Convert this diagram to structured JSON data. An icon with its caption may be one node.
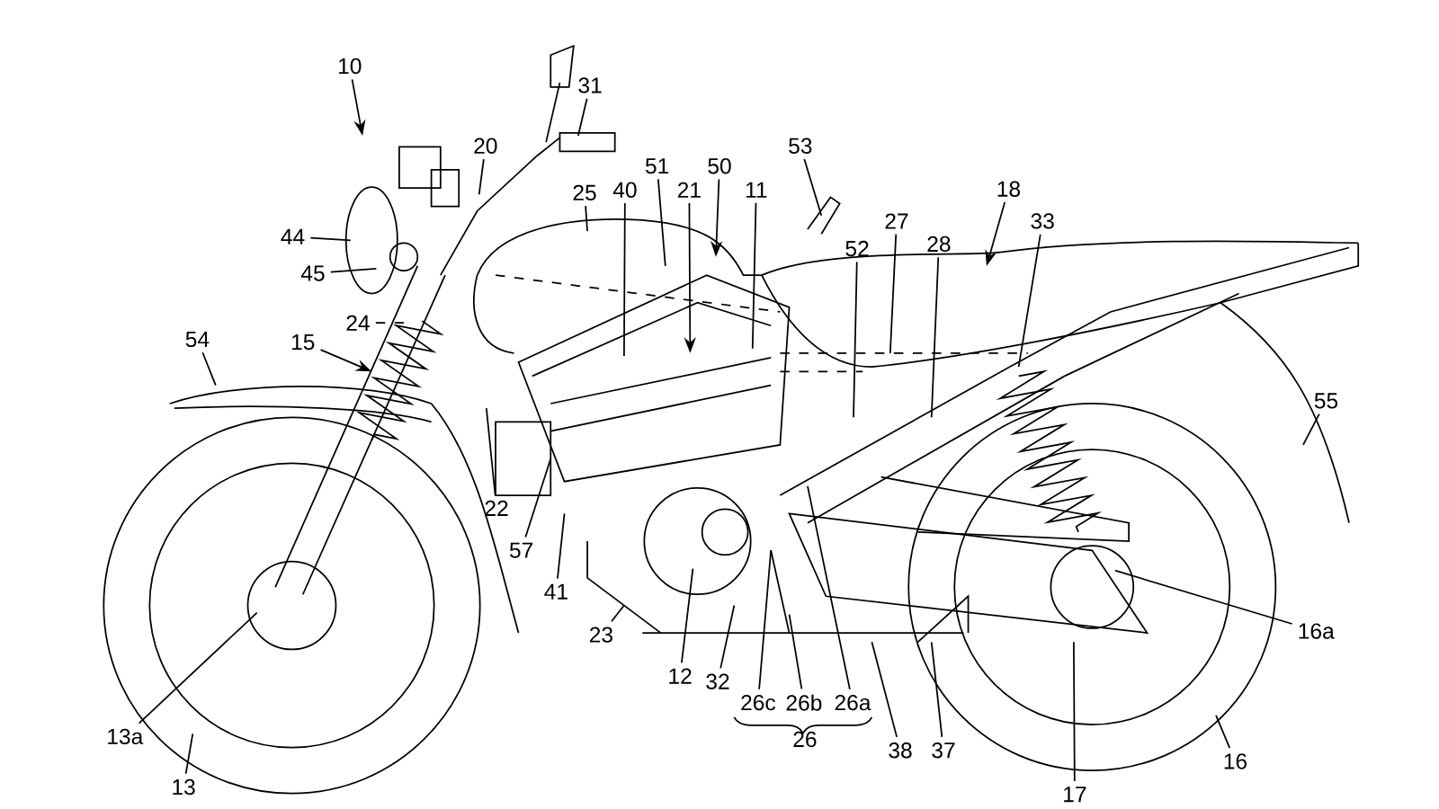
{
  "diagram": {
    "nodes": [
      {
        "text": [
          "10"
        ]
      },
      {
        "text": [
          "31"
        ]
      },
      {
        "text": [
          "20"
        ]
      },
      {
        "text": [
          "51"
        ]
      },
      {
        "text": [
          "50"
        ]
      },
      {
        "text": [
          "53"
        ]
      },
      {
        "text": [
          "25"
        ]
      },
      {
        "text": [
          "40"
        ]
      },
      {
        "text": [
          "21"
        ]
      },
      {
        "text": [
          "11"
        ]
      },
      {
        "text": [
          "18"
        ]
      },
      {
        "text": [
          "27"
        ]
      },
      {
        "text": [
          "28"
        ]
      },
      {
        "text": [
          "33"
        ]
      },
      {
        "text": [
          "52"
        ]
      },
      {
        "text": [
          "44"
        ]
      },
      {
        "text": [
          "45"
        ]
      },
      {
        "text": [
          "24"
        ]
      },
      {
        "text": [
          "54"
        ]
      },
      {
        "text": [
          "15"
        ]
      },
      {
        "text": [
          "55"
        ]
      },
      {
        "text": [
          "22"
        ]
      },
      {
        "text": [
          "57"
        ]
      },
      {
        "text": [
          "41"
        ]
      },
      {
        "text": [
          "23"
        ]
      },
      {
        "text": [
          "12"
        ]
      },
      {
        "text": [
          "32"
        ]
      },
      {
        "text": [
          "26c"
        ]
      },
      {
        "text": [
          "26b"
        ]
      },
      {
        "text": [
          "26a"
        ]
      },
      {
        "text": [
          "38"
        ]
      },
      {
        "text": [
          "37"
        ]
      },
      {
        "text": [
          "17"
        ]
      },
      {
        "text": [
          "16"
        ]
      },
      {
        "text": [
          "16a"
        ]
      },
      {
        "text": [
          "13a"
        ]
      },
      {
        "text": [
          "13"
        ]
      }
    ],
    "edges": [
      {
        "from": 0,
        "to": null,
        "arrow": "to"
      },
      {
        "from": 1,
        "to": null,
        "arrow": "none"
      },
      {
        "from": 2,
        "to": null,
        "arrow": "none"
      },
      {
        "from": 3,
        "to": null,
        "arrow": "none"
      },
      {
        "from": 4,
        "to": null,
        "arrow": "to"
      },
      {
        "from": 5,
        "to": null,
        "arrow": "none"
      },
      {
        "from": 6,
        "to": null,
        "arrow": "none"
      },
      {
        "from": 7,
        "to": null,
        "arrow": "none"
      },
      {
        "from": 8,
        "to": null,
        "arrow": "to"
      },
      {
        "from": 9,
        "to": null,
        "arrow": "none"
      },
      {
        "from": 10,
        "to": null,
        "arrow": "to"
      },
      {
        "from": 11,
        "to": null,
        "arrow": "none"
      },
      {
        "from": 12,
        "to": null,
        "arrow": "none"
      },
      {
        "from": 13,
        "to": null,
        "arrow": "none"
      },
      {
        "from": 14,
        "to": null,
        "arrow": "none"
      },
      {
        "from": 15,
        "to": null,
        "arrow": "none"
      },
      {
        "from": 16,
        "to": null,
        "arrow": "none"
      },
      {
        "from": 17,
        "to": null,
        "arrow": "none",
        "style": "dashed"
      },
      {
        "from": 18,
        "to": null,
        "arrow": "none"
      },
      {
        "from": 19,
        "to": null,
        "arrow": "to"
      },
      {
        "from": 20,
        "to": null,
        "arrow": "none"
      },
      {
        "from": 21,
        "to": null,
        "arrow": "none"
      },
      {
        "from": 22,
        "to": null,
        "arrow": "none"
      },
      {
        "from": 23,
        "to": null,
        "arrow": "none"
      },
      {
        "from": 24,
        "to": null,
        "arrow": "none"
      },
      {
        "from": 25,
        "to": null,
        "arrow": "none"
      },
      {
        "from": 26,
        "to": null,
        "arrow": "none"
      },
      {
        "from": 27,
        "to": null,
        "arrow": "none"
      },
      {
        "from": 28,
        "to": null,
        "arrow": "none"
      },
      {
        "from": 29,
        "to": null,
        "arrow": "none"
      },
      {
        "from": 30,
        "to": null,
        "arrow": "none"
      },
      {
        "from": 31,
        "to": null,
        "arrow": "none"
      },
      {
        "from": 32,
        "to": null,
        "arrow": "none"
      },
      {
        "from": 33,
        "to": null,
        "arrow": "none"
      },
      {
        "from": 34,
        "to": null,
        "arrow": "none"
      },
      {
        "from": 35,
        "to": null,
        "arrow": "none"
      },
      {
        "from": 36,
        "to": null,
        "arrow": "none"
      }
    ],
    "labels": [
      "26"
    ]
  }
}
